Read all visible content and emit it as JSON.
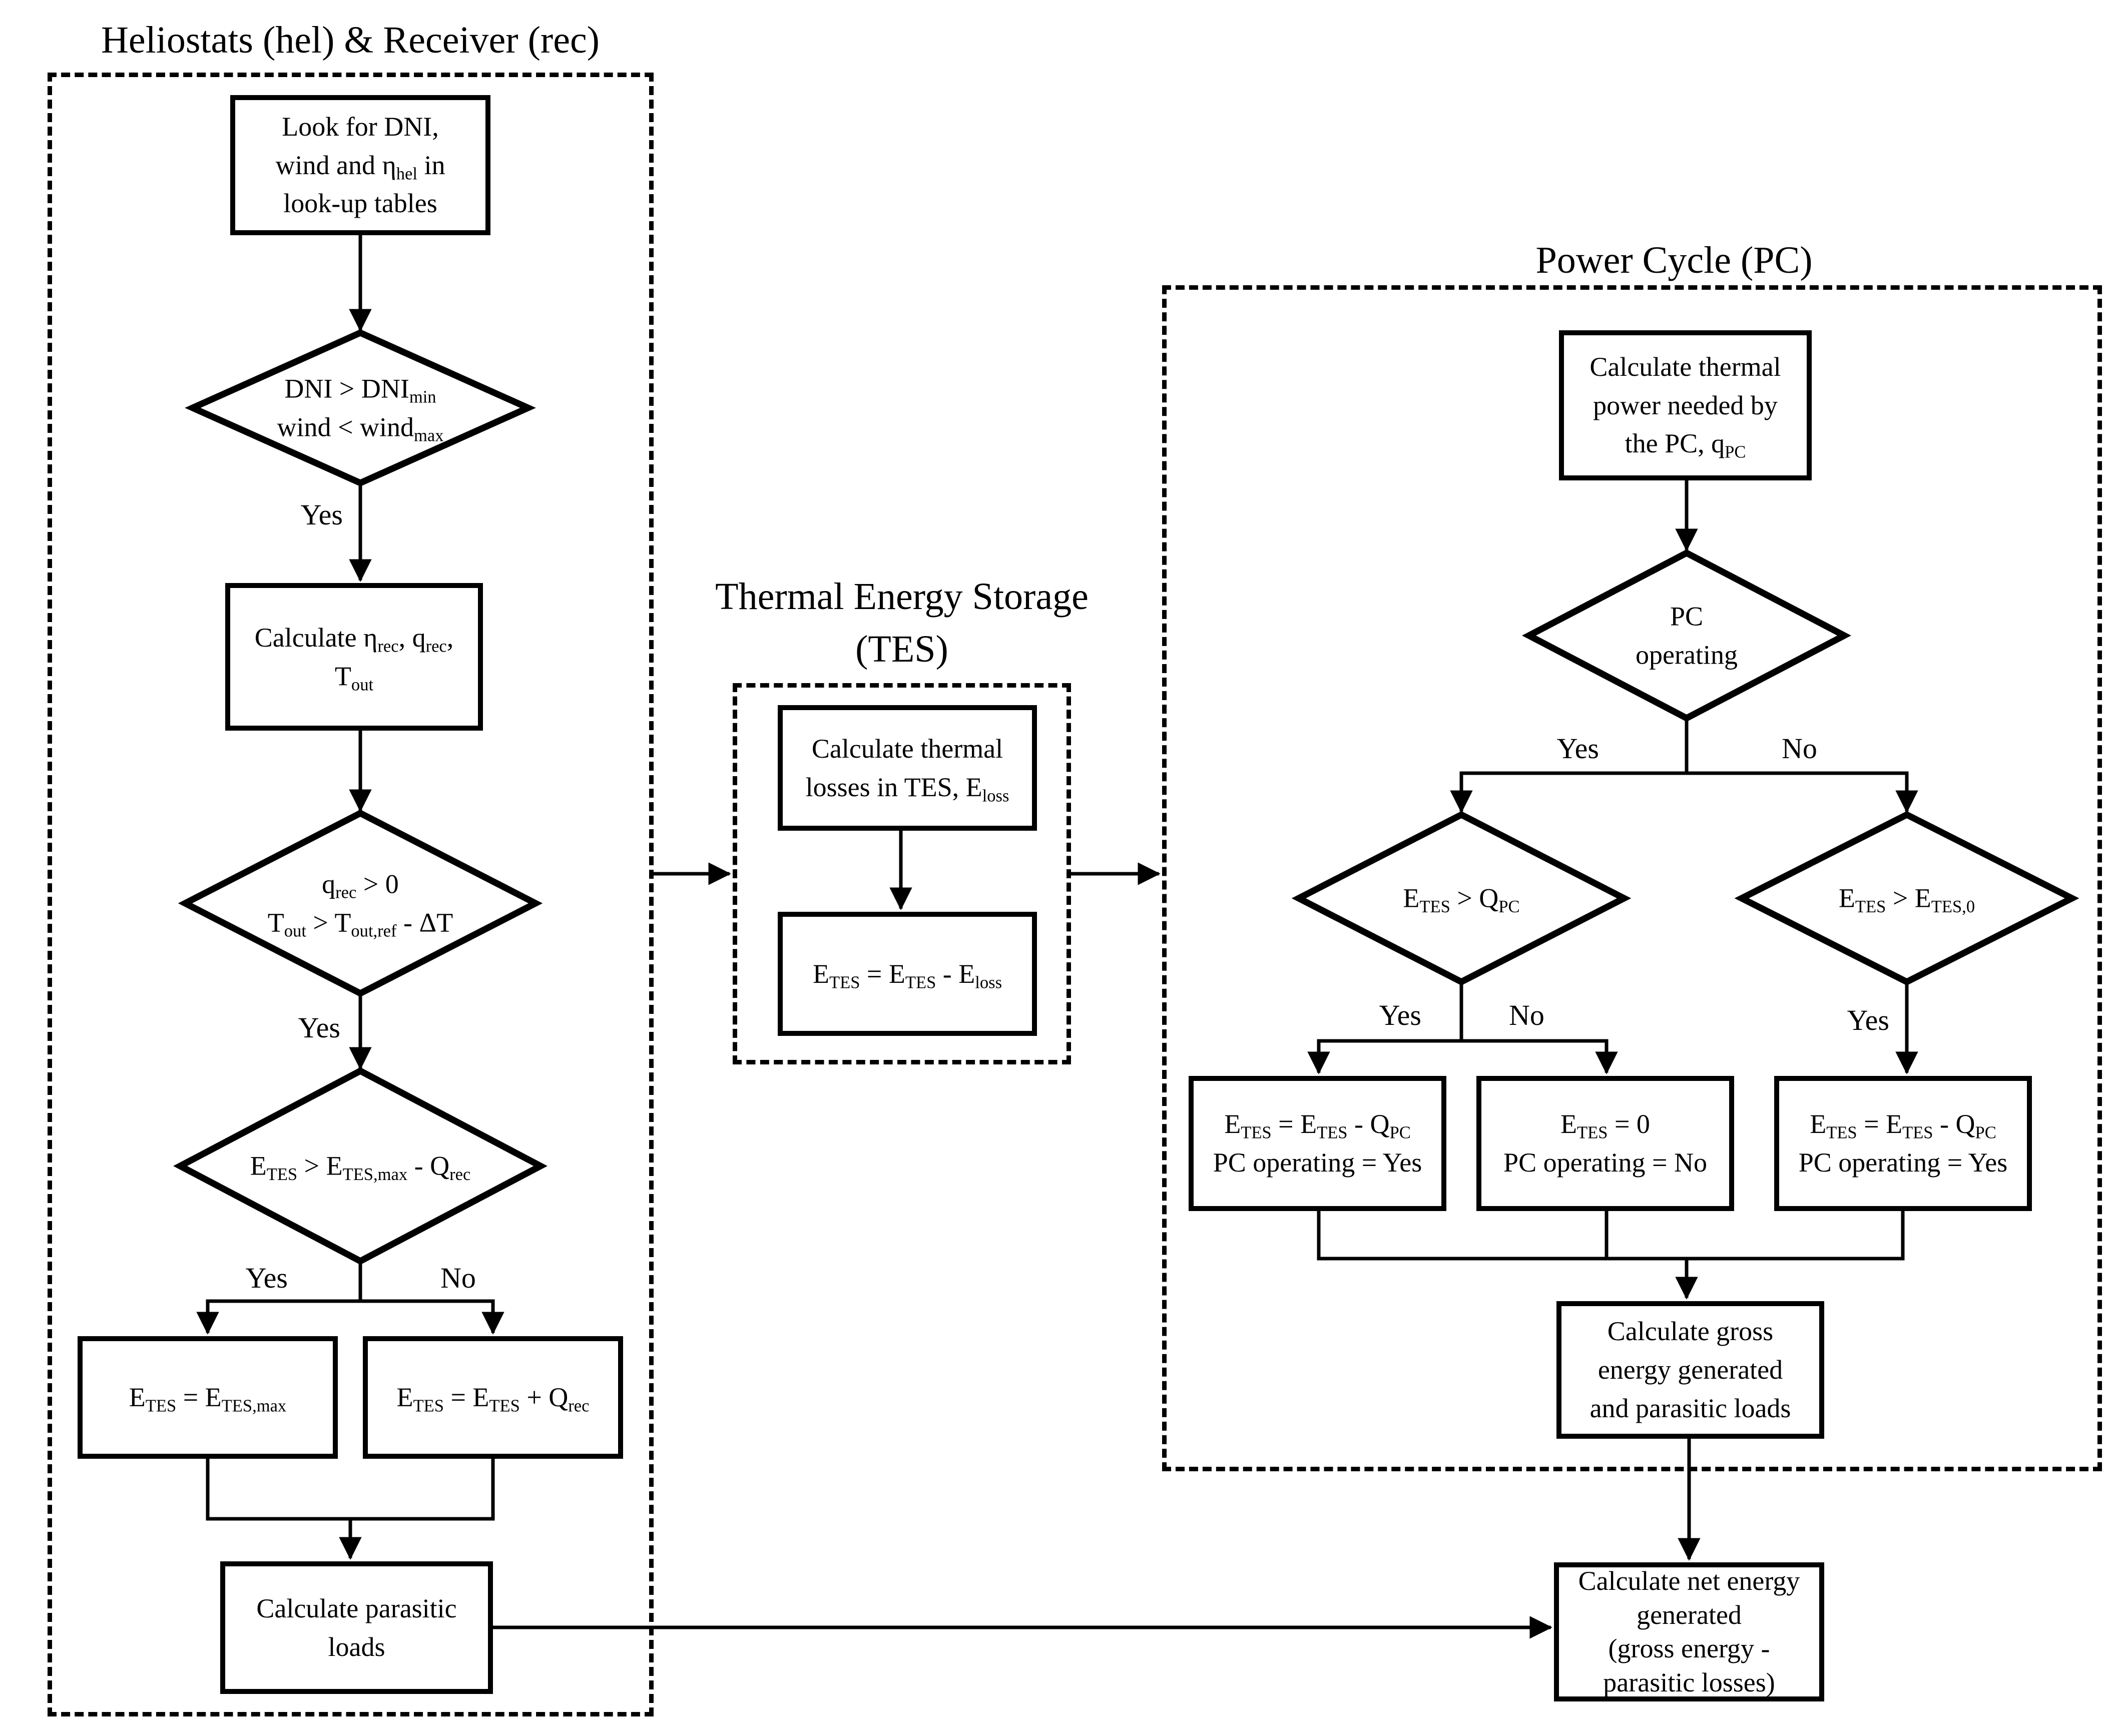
{
  "page": {
    "background": "#ffffff",
    "line_color": "#000000"
  },
  "sections": {
    "heliostats": {
      "title": "Heliostats (hel) & Receiver (rec)"
    },
    "tes": {
      "title_lines": [
        "Thermal Energy Storage",
        "(TES)"
      ]
    },
    "power_cycle": {
      "title": "Power Cycle (PC)"
    }
  },
  "nodes": {
    "lookup": {
      "lines": [
        "Look for DNI,",
        "wind and η_{hel} in",
        "look-up tables"
      ]
    },
    "dni_check": {
      "lines": [
        "DNI > DNI_{min}",
        "wind < wind_{max}"
      ]
    },
    "calc_rec": {
      "lines": [
        "Calculate η_{rec}, q_{rec},",
        "T_{out}"
      ]
    },
    "qrec_check": {
      "lines": [
        "q_{rec} > 0",
        "T_{out} > T_{out,ref} - ΔT"
      ]
    },
    "etes_max_check": {
      "lines": [
        "E_{TES} > E_{TES,max} - Q_{rec}"
      ]
    },
    "etes_set_max": {
      "lines": [
        "E_{TES} = E_{TES,max}"
      ]
    },
    "etes_add": {
      "lines": [
        "E_{TES} = E_{TES} + Q_{rec}"
      ]
    },
    "parasitic": {
      "lines": [
        "Calculate parasitic",
        "loads"
      ]
    },
    "tes_losses": {
      "lines": [
        "Calculate thermal",
        "losses in TES, E_{loss}"
      ]
    },
    "tes_update": {
      "lines": [
        "E_{TES} = E_{TES} - E_{loss}"
      ]
    },
    "pc_thermal": {
      "lines": [
        "Calculate thermal",
        "power needed by",
        "the PC, q_{PC}"
      ]
    },
    "pc_operating": {
      "lines": [
        "PC",
        "operating"
      ]
    },
    "etes_qpc": {
      "lines": [
        "E_{TES} > Q_{PC}"
      ]
    },
    "etes_etes0": {
      "lines": [
        "E_{TES} > E_{TES,0}"
      ]
    },
    "pc_on_discharge": {
      "lines": [
        "E_{TES} = E_{TES} - Q_{PC}",
        "PC operating = Yes"
      ]
    },
    "pc_off": {
      "lines": [
        "E_{TES} = 0",
        "PC operating = No"
      ]
    },
    "pc_start": {
      "lines": [
        "E_{TES} = E_{TES} - Q_{PC}",
        "PC operating = Yes"
      ]
    },
    "gross": {
      "lines": [
        "Calculate gross",
        "energy generated",
        "and parasitic loads"
      ]
    },
    "net": {
      "lines": [
        "Calculate net energy",
        "generated",
        "(gross energy -",
        "parasitic losses)"
      ]
    }
  },
  "labels": {
    "dni_yes": "Yes",
    "qrec_yes": "Yes",
    "etes_max_yes": "Yes",
    "etes_max_no": "No",
    "pc_operating_yes": "Yes",
    "pc_operating_no": "No",
    "etes_qpc_yes": "Yes",
    "etes_qpc_no": "No",
    "etes_etes0_yes": "Yes"
  }
}
